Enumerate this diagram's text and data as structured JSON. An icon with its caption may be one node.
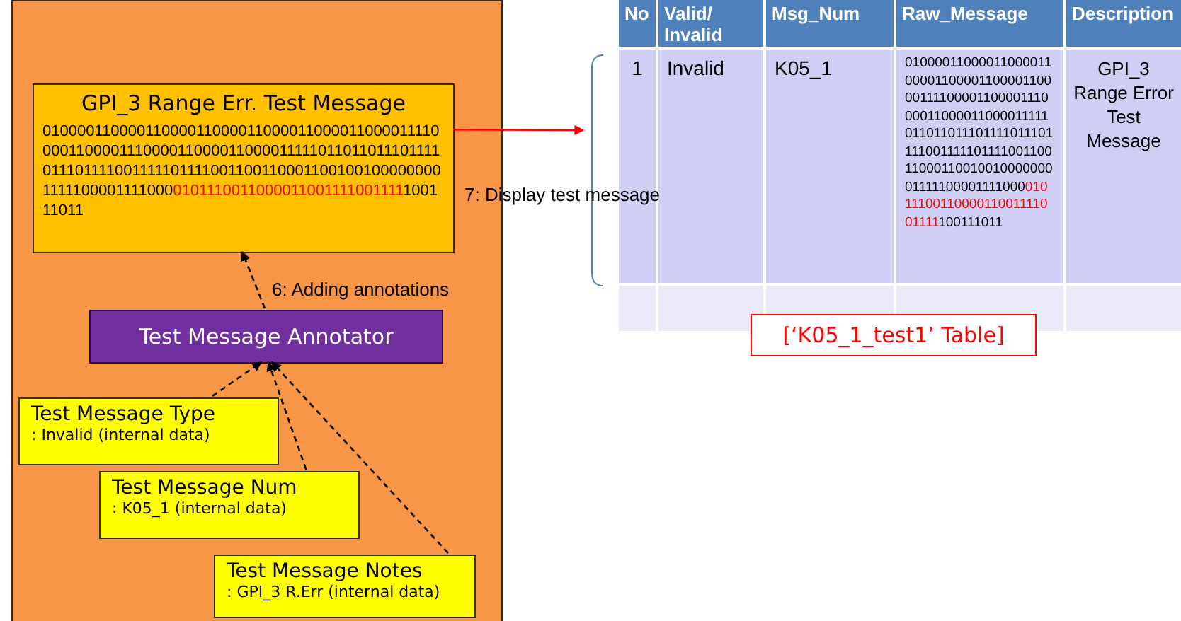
{
  "diagram": {
    "nodes": [
      {
        "text": [],
        "shape": "box"
      },
      {
        "text": [
          "GPI_3 Range Err. Test Message",
          "010000110000110000110000110000110000110000111100001100001110000110000110000111110110110111011110111011110011111011110011001100011001001000000001111100001111000",
          "0101110011000011001111001111",
          "100111011"
        ],
        "in": 0
      },
      {
        "text": [
          "Test Message Annotator"
        ],
        "in": 0
      },
      {
        "text": [
          "Test Message Type",
          ": Invalid (internal data)"
        ],
        "in": 0
      },
      {
        "text": [
          "Test Message Num",
          ": K05_1 (internal data)"
        ],
        "in": 0
      },
      {
        "text": [
          "Test Message Notes",
          ": GPI_3 R.Err (internal data)"
        ],
        "in": 0
      },
      {
        "text": [
          "[‘K05_1_test1’ Table]"
        ]
      }
    ],
    "edges": [
      {
        "from": 2,
        "to": 1,
        "arrow": "to",
        "style": "dashed",
        "label": "6: Adding annotations"
      },
      {
        "from": 3,
        "to": 2,
        "arrow": "to",
        "style": "dashed"
      },
      {
        "from": 4,
        "to": 2,
        "arrow": "to",
        "style": "dashed"
      },
      {
        "from": 5,
        "to": 2,
        "arrow": "to",
        "style": "dashed"
      },
      {
        "from": 1,
        "to": null,
        "arrow": "to",
        "color": "#ff0000",
        "label": "7: Display test message"
      }
    ],
    "labels": [
      "No",
      "Valid/ Invalid",
      "Msg_Num",
      "Raw_Message",
      "Description",
      "1",
      "Invalid",
      "K05_1",
      "010000110000110000110000110000110000110000111100001100001110000110000110000111110110110111011110111011110011111011110011001100011001001000000001111100001111000",
      "0101110011000011001111001111",
      "100111011",
      "GPI_3 Range Error Test Message"
    ]
  }
}
